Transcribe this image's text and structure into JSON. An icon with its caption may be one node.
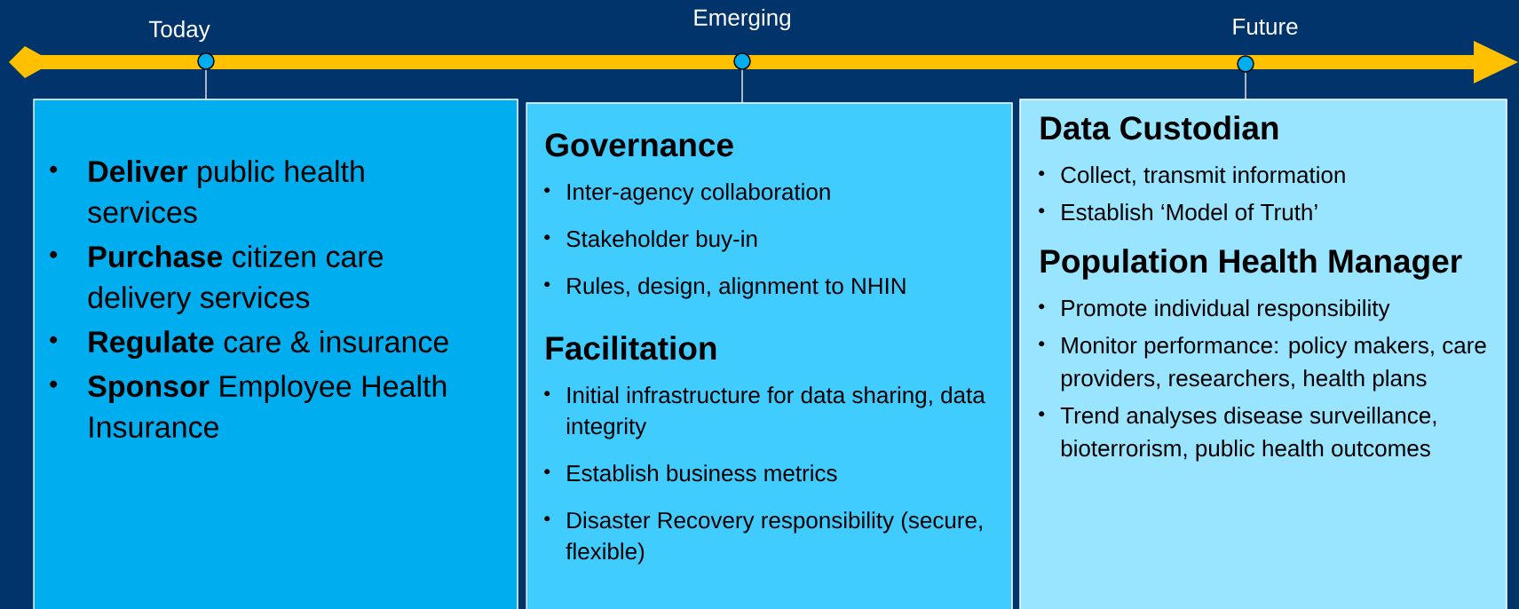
{
  "diagram": {
    "nodes": [
      {
        "text": [],
        "shape": "circle",
        "beside": [
          "Today"
        ]
      },
      {
        "text": [],
        "shape": "circle",
        "beside": [
          "Emerging"
        ]
      },
      {
        "text": [],
        "shape": "circle",
        "beside": [
          "Future"
        ]
      },
      {
        "text": [
          "**Deliver** public health services",
          "**Purchase** citizen care delivery services",
          "**Regulate** care & insurance",
          "**Sponsor** Employee Health Insurance"
        ]
      },
      {
        "text": [
          "Governance",
          "Inter-agency collaboration",
          "Stakeholder buy-in",
          "Rules, design, alignment to NHIN",
          "Facilitation",
          "Initial infrastructure for data sharing, data integrity",
          "Establish business metrics",
          "Disaster Recovery responsibility (secure, flexible)"
        ]
      },
      {
        "text": [
          "Data Custodian",
          "Collect, transmit information",
          "Establish ‘Model of Truth’",
          "Population Health Manager",
          "Promote individual responsibility",
          "Monitor performance:  policy makers, care providers, researchers, health plans",
          "Trend analyses disease surveillance, bioterrorism, public health outcomes"
        ]
      }
    ],
    "edges": [
      {
        "from": 0,
        "to": 3,
        "arrow": "none"
      },
      {
        "from": 1,
        "to": 4,
        "arrow": "none"
      },
      {
        "from": 2,
        "to": 5,
        "arrow": "none"
      }
    ]
  }
}
